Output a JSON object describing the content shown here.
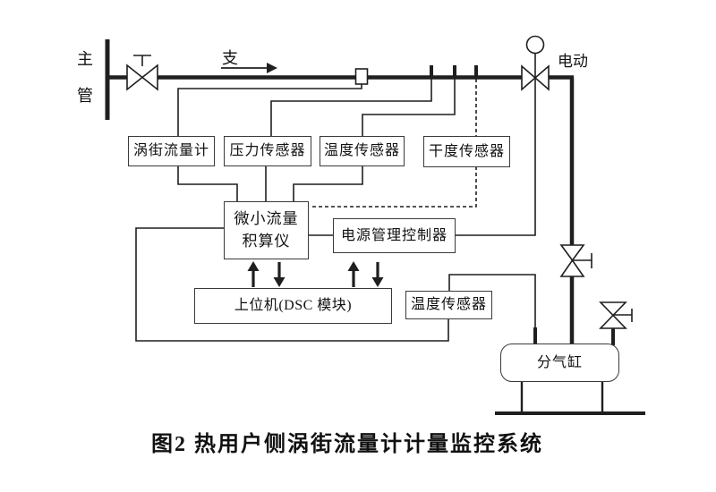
{
  "figure": {
    "caption": "图2  热用户侧涡街流量计计量监控系统",
    "labels": {
      "main_pipe_top": "主",
      "main_pipe_bottom": "管",
      "branch": "支",
      "electric_valve": "电动"
    },
    "boxes": {
      "vortex_flowmeter": "涡街流量计",
      "pressure_sensor": "压力传感器",
      "pipe_temperature_sensor": "温度传感器",
      "dryness_sensor": "干度传感器",
      "integrator_line1": "微小流量",
      "integrator_line2": "积算仪",
      "power_controller": "电源管理控制器",
      "host_computer": "上位机(DSC 模块)",
      "cylinder_temperature_sensor": "温度传感器",
      "gas_cylinder": "分气缸"
    },
    "colors": {
      "line": "#1f1f1f",
      "box_border": "#3a3a3a",
      "background": "#ffffff"
    }
  }
}
